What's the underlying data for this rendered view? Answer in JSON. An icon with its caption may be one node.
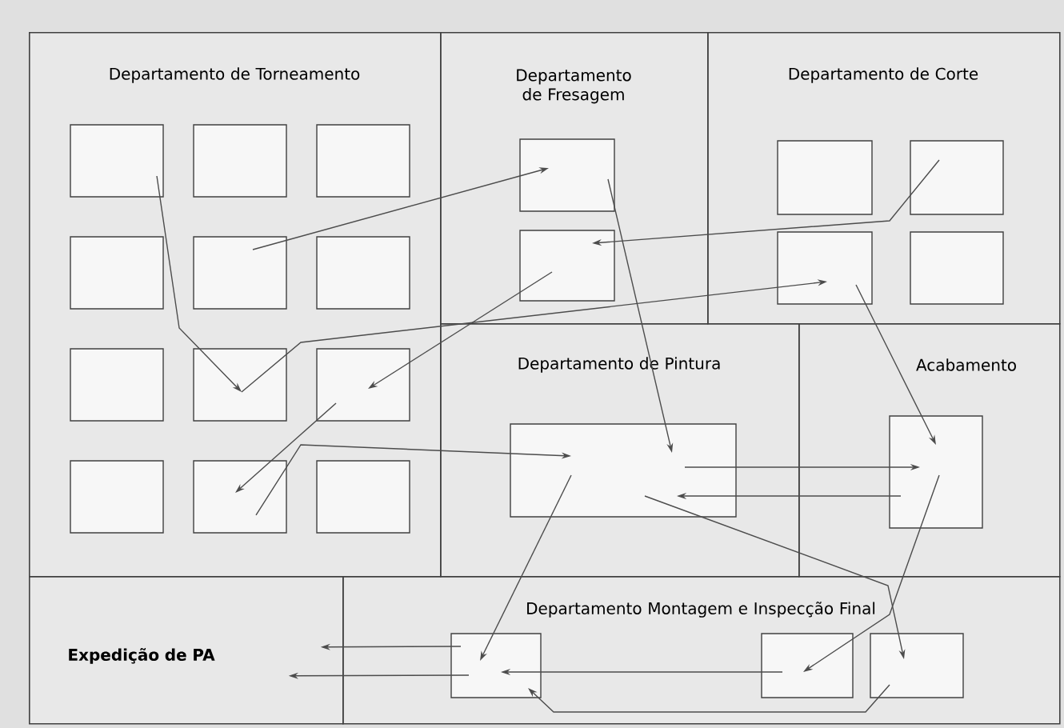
{
  "diagram": {
    "nodes": [
      {
        "text": [
          "Departamento de Torneamento"
        ]
      },
      {
        "text": [],
        "shape": "box",
        "in": 0
      },
      {
        "text": [],
        "shape": "box",
        "in": 0
      },
      {
        "text": [],
        "shape": "box",
        "in": 0
      },
      {
        "text": [],
        "shape": "box",
        "in": 0
      },
      {
        "text": [],
        "shape": "box",
        "in": 0
      },
      {
        "text": [],
        "shape": "box",
        "in": 0
      },
      {
        "text": [],
        "shape": "box",
        "in": 0
      },
      {
        "text": [],
        "shape": "box",
        "in": 0
      },
      {
        "text": [],
        "shape": "box",
        "in": 0
      },
      {
        "text": [],
        "shape": "box",
        "in": 0
      },
      {
        "text": [],
        "shape": "box",
        "in": 0
      },
      {
        "text": [],
        "shape": "box",
        "in": 0
      },
      {
        "text": [
          "Departamento de Fresagem"
        ]
      },
      {
        "text": [],
        "shape": "box",
        "in": 13
      },
      {
        "text": [],
        "shape": "box",
        "in": 13
      },
      {
        "text": [
          "Departamento de Corte"
        ]
      },
      {
        "text": [],
        "shape": "box",
        "in": 16
      },
      {
        "text": [],
        "shape": "box",
        "in": 16
      },
      {
        "text": [],
        "shape": "box",
        "in": 16
      },
      {
        "text": [],
        "shape": "box",
        "in": 16
      },
      {
        "text": [
          "Departamento de Pintura"
        ]
      },
      {
        "text": [],
        "shape": "box",
        "in": 21
      },
      {
        "text": [
          "Acabamento"
        ]
      },
      {
        "text": [],
        "shape": "box",
        "in": 23
      },
      {
        "text": [
          "Expedição de PA"
        ]
      },
      {
        "text": [
          "Departamento Montagem e Inspecção Final"
        ]
      },
      {
        "text": [],
        "shape": "box",
        "in": 26
      },
      {
        "text": [],
        "shape": "box",
        "in": 26
      },
      {
        "text": [],
        "shape": "box",
        "in": 26
      }
    ],
    "edges": [
      {
        "from": 1,
        "to": 8,
        "arrow": "to"
      },
      {
        "from": 5,
        "to": 14,
        "arrow": "to"
      },
      {
        "from": 18,
        "to": 15,
        "arrow": "to"
      },
      {
        "from": 8,
        "to": 19,
        "arrow": "to"
      },
      {
        "from": 15,
        "to": 9,
        "arrow": "to"
      },
      {
        "from": 9,
        "to": 11,
        "arrow": "to"
      },
      {
        "from": 11,
        "to": 22,
        "arrow": "to"
      },
      {
        "from": 14,
        "to": 22,
        "arrow": "to"
      },
      {
        "from": 19,
        "to": 24,
        "arrow": "to"
      },
      {
        "from": 22,
        "to": 24,
        "arrow": "to"
      },
      {
        "from": 24,
        "to": 22,
        "arrow": "to"
      },
      {
        "from": 22,
        "to": 27,
        "arrow": "to"
      },
      {
        "from": 22,
        "to": 29,
        "arrow": "to"
      },
      {
        "from": 24,
        "to": 28,
        "arrow": "to"
      },
      {
        "from": 28,
        "to": 27,
        "arrow": "to"
      },
      {
        "from": 29,
        "to": 27,
        "arrow": "to"
      },
      {
        "from": 27,
        "to": 25,
        "arrow": "to"
      },
      {
        "from": 27,
        "to": 25,
        "arrow": "to"
      }
    ]
  }
}
